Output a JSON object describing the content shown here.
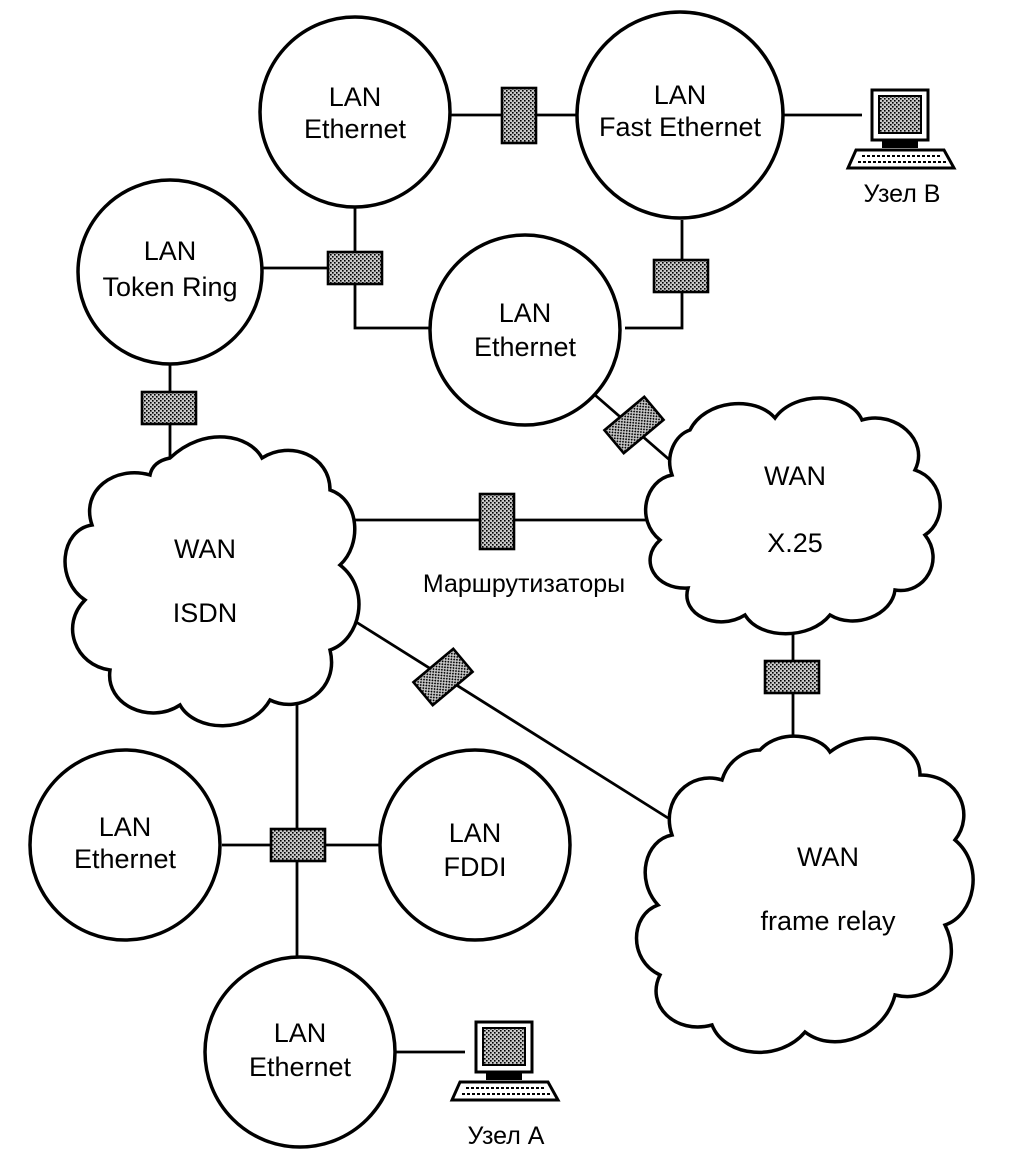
{
  "colors": {
    "ink": "#000000",
    "background": "#ffffff",
    "router_fill": "#9a9a9a"
  },
  "networks": {
    "lan_ethernet_top": {
      "line1": "LAN",
      "line2": "Ethernet"
    },
    "lan_fast_ethernet": {
      "line1": "LAN",
      "line2": "Fast Ethernet"
    },
    "lan_token_ring": {
      "line1": "LAN",
      "line2": "Token Ring"
    },
    "lan_ethernet_mid": {
      "line1": "LAN",
      "line2": "Ethernet"
    },
    "wan_x25": {
      "line1": "WAN",
      "line2": "X.25"
    },
    "wan_isdn": {
      "line1": "WAN",
      "line2": "ISDN"
    },
    "lan_ethernet_left": {
      "line1": "LAN",
      "line2": "Ethernet"
    },
    "lan_fddi": {
      "line1": "LAN",
      "line2": "FDDI"
    },
    "wan_frame_relay": {
      "line1": "WAN",
      "line2": "frame relay"
    },
    "lan_ethernet_bottom": {
      "line1": "LAN",
      "line2": "Ethernet"
    }
  },
  "labels": {
    "routers": "Маршрутизаторы",
    "node_a": "Узел А",
    "node_b": "Узел В"
  },
  "icons": {
    "router": "router-icon",
    "computer": "computer-icon"
  }
}
